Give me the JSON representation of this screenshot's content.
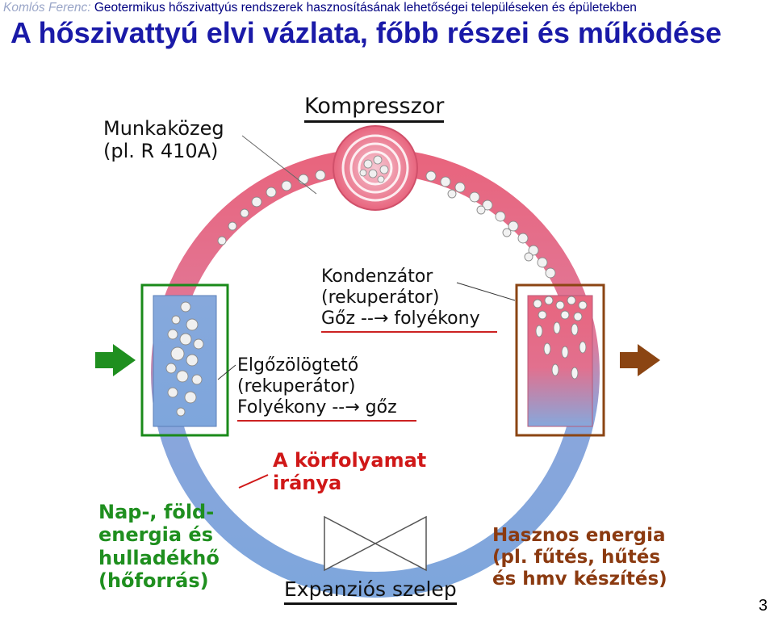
{
  "header": {
    "author": "Komlós Ferenc:",
    "subtitle": "Geotermikus hőszivattyús rendszerek hasznosításának lehetőségei településeken és épületekben"
  },
  "title": "A hőszivattyú elvi vázlata, főbb részei és működése",
  "labels": {
    "compressor": "Kompresszor",
    "medium_line1": "Munkaközeg",
    "medium_line2": "(pl. R 410A)",
    "condenser_line1": "Kondenzátor",
    "condenser_line2": "(rekuperátor)",
    "condenser_line3": "Gőz --→ folyékony",
    "evaporator_line1": "Elgőzölögtető",
    "evaporator_line2": "(rekuperátor)",
    "evaporator_line3": "Folyékony --→ gőz",
    "direction_line1": "A körfolyamat",
    "direction_line2": "iránya",
    "source_line1": "Nap-, föld-",
    "source_line2": "energia és",
    "source_line3": "hulladékhő",
    "source_line4": "(hőforrás)",
    "useful_line1": "Hasznos energia",
    "useful_line2": "(pl. fűtés, hűtés",
    "useful_line3": "és hmv készítés)",
    "valve": "Expanziós szelep"
  },
  "colors": {
    "hot": "#e8657e",
    "cold": "#7ea6dc",
    "source_arrow": "#1f8f1f",
    "useful_arrow": "#8b4513",
    "direction_text": "#d01818",
    "title": "#1a1aa8"
  },
  "page_number": "3"
}
